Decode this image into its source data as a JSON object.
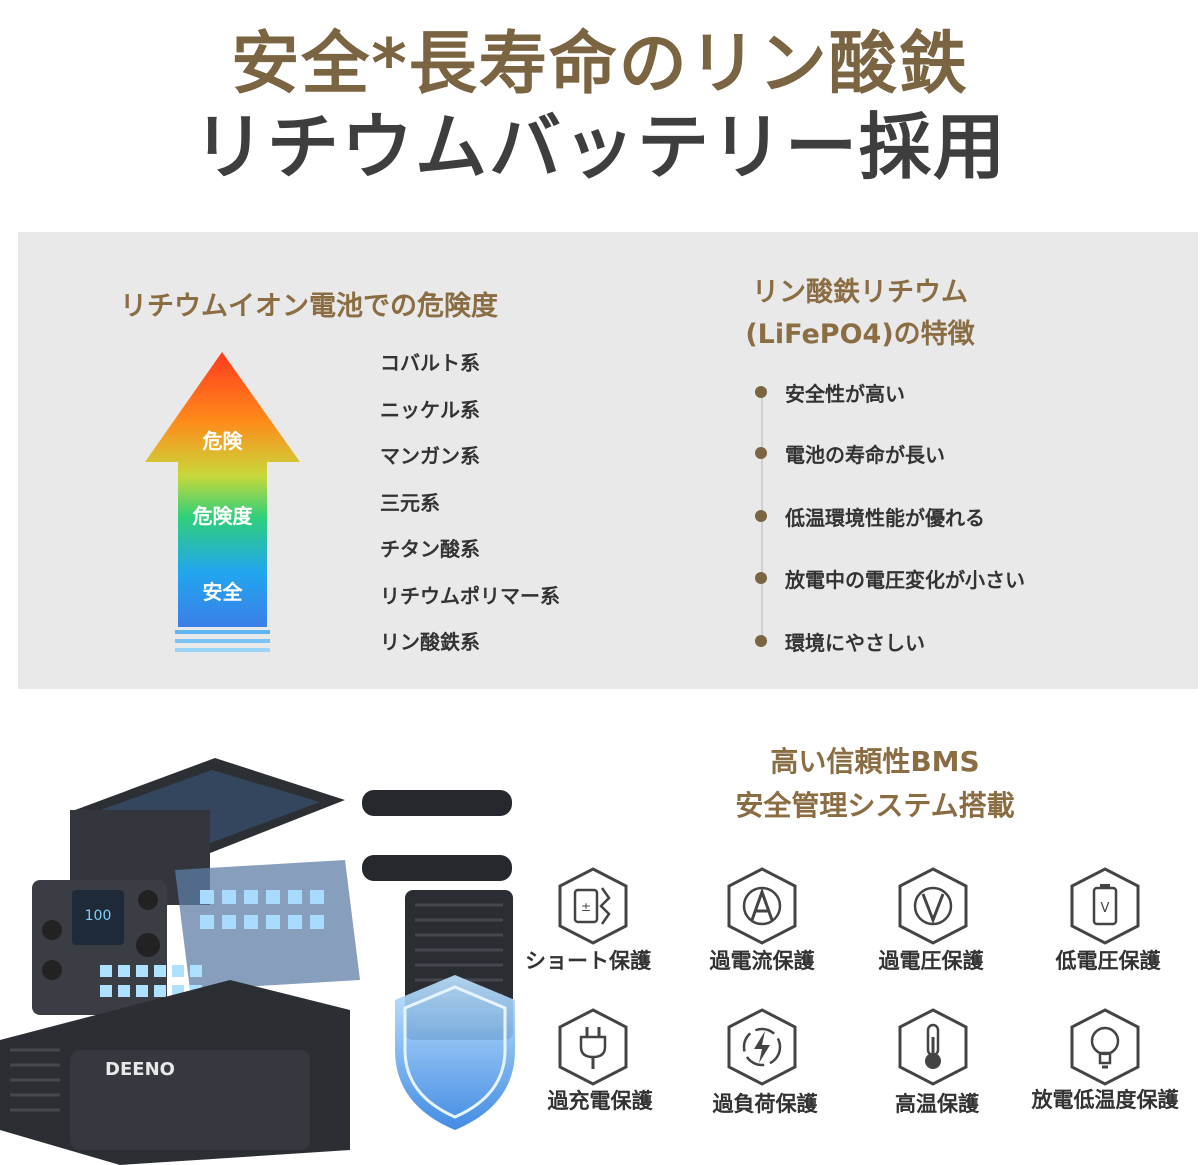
{
  "headline": {
    "line1": "安全*長寿命のリン酸鉄",
    "line2": "リチウムバッテリー採用"
  },
  "risk": {
    "title": "リチウムイオン電池での危険度",
    "arrow_labels": [
      "危険",
      "危険度",
      "安全"
    ],
    "types": [
      "コバルト系",
      "ニッケル系",
      "マンガン系",
      "三元系",
      "チタン酸系",
      "リチウムポリマー系",
      "リン酸鉄系"
    ]
  },
  "lifepo4": {
    "title_line1": "リン酸鉄リチウム",
    "title_line2": "(LiFePO4)の特徴",
    "features": [
      "安全性が高い",
      "電池の寿命が長い",
      "低温環境性能が優れる",
      "放電中の電圧変化が小さい",
      "環境にやさしい"
    ]
  },
  "bms": {
    "title_line1": "高い信頼性BMS",
    "title_line2": "安全管理システム搭載",
    "protections": [
      {
        "label": "ショート保護",
        "icon": "short-circuit-icon"
      },
      {
        "label": "過電流保護",
        "icon": "overcurrent-icon"
      },
      {
        "label": "過電圧保護",
        "icon": "overvoltage-icon"
      },
      {
        "label": "低電圧保護",
        "icon": "low-battery-icon"
      },
      {
        "label": "過充電保護",
        "icon": "plug-icon"
      },
      {
        "label": "過負荷保護",
        "icon": "lightning-icon"
      },
      {
        "label": "高温保護",
        "icon": "thermometer-icon"
      },
      {
        "label": "放電低温度保護",
        "icon": "bulb-icon"
      }
    ]
  },
  "product": {
    "brand": "DEENO",
    "screen_value": "100"
  },
  "colors": {
    "gold": "#8b6d43",
    "dark": "#3e3e3e",
    "panel": "#e9e9e9"
  }
}
